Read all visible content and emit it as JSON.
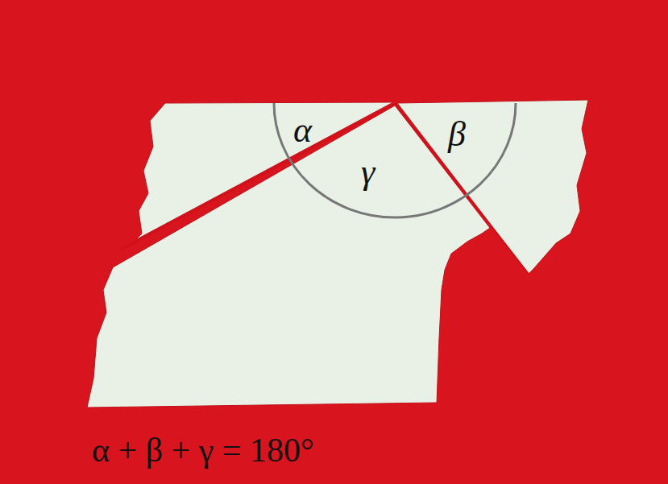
{
  "diagram": {
    "caption": "α + β + γ = 180°",
    "labels": [
      "α",
      "β",
      "γ"
    ]
  }
}
